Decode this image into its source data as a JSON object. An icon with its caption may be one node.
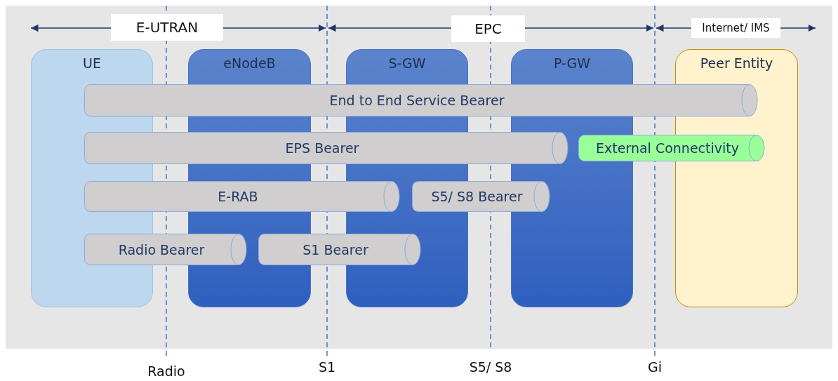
{
  "diagram": {
    "nodes": [
      {
        "text": [
          "UE"
        ]
      },
      {
        "text": [
          "eNodeB"
        ]
      },
      {
        "text": [
          "S-GW"
        ]
      },
      {
        "text": [
          "P-GW"
        ]
      },
      {
        "text": [
          "Peer Entity"
        ]
      },
      {
        "text": [
          "End to End Service Bearer"
        ]
      },
      {
        "text": [
          "EPS Bearer"
        ]
      },
      {
        "text": [
          "External Connectivity"
        ]
      },
      {
        "text": [
          "E-RAB"
        ]
      },
      {
        "text": [
          "S5/ S8 Bearer"
        ]
      },
      {
        "text": [
          "Radio Bearer"
        ]
      },
      {
        "text": [
          "S1 Bearer"
        ]
      }
    ],
    "edges": [],
    "labels": [
      "E-UTRAN",
      "EPC",
      "Internet/ IMS",
      "Radio",
      "S1",
      "S5/ S8",
      "Gi"
    ]
  }
}
